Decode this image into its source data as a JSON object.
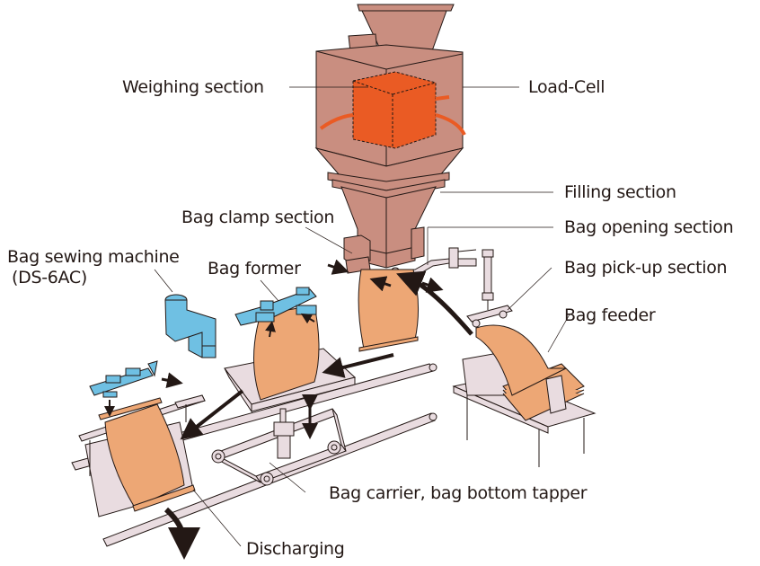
{
  "title": "Automatic bagging system diagram",
  "colors": {
    "machine_body": "#C98E80",
    "load_cell": "#EA5B24",
    "bag_paper": "#EDA775",
    "sewing_machine": "#6FC0E3",
    "frame": "#E9DCE0",
    "outline": "#231815",
    "text": "#231815"
  },
  "labels": {
    "weighing_section": "Weighing section",
    "load_cell": "Load-Cell",
    "filling_section": "Filling section",
    "bag_clamp_section": "Bag clamp section",
    "bag_opening_section": "Bag opening section",
    "bag_sewing_machine": "Bag sewing machine",
    "bag_sewing_machine_model": "(DS-6AC)",
    "bag_former": "Bag former",
    "bag_pickup_section": "Bag pick-up section",
    "bag_feeder": "Bag feeder",
    "bag_carrier": "Bag carrier, bag bottom tapper",
    "discharging": "Discharging"
  }
}
